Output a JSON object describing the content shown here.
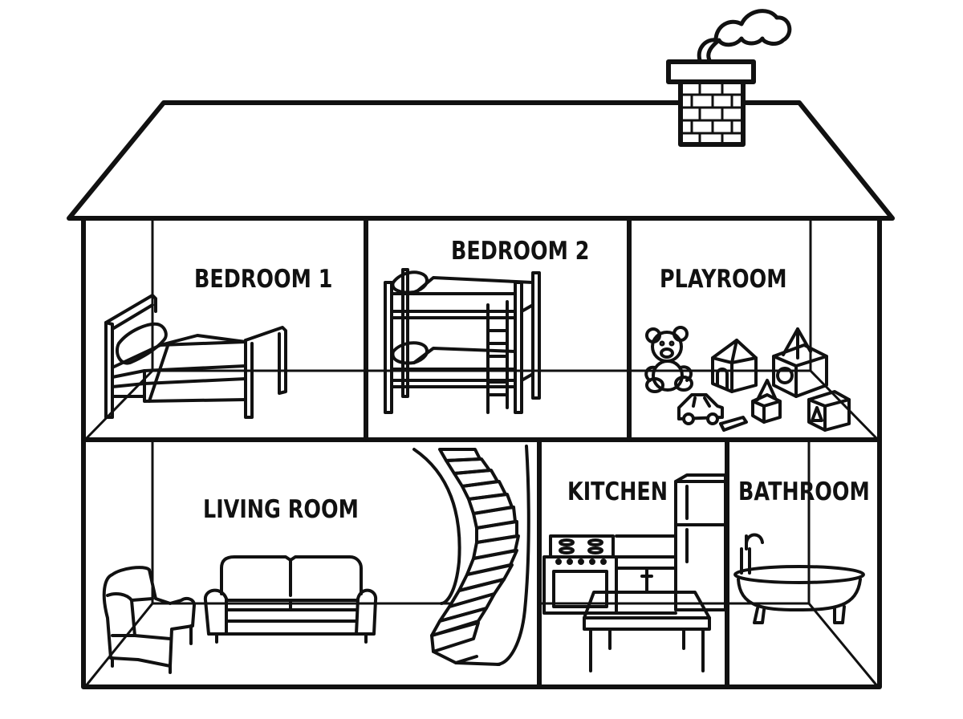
{
  "rooms": {
    "bedroom1": "BEDROOM 1",
    "bedroom2": "BEDROOM 2",
    "playroom": "PLAYROOM",
    "living_room": "LIVING ROOM",
    "kitchen": "KITCHEN",
    "bathroom": "BATHROOM"
  },
  "colors": {
    "line": "#111111",
    "background": "#ffffff"
  }
}
